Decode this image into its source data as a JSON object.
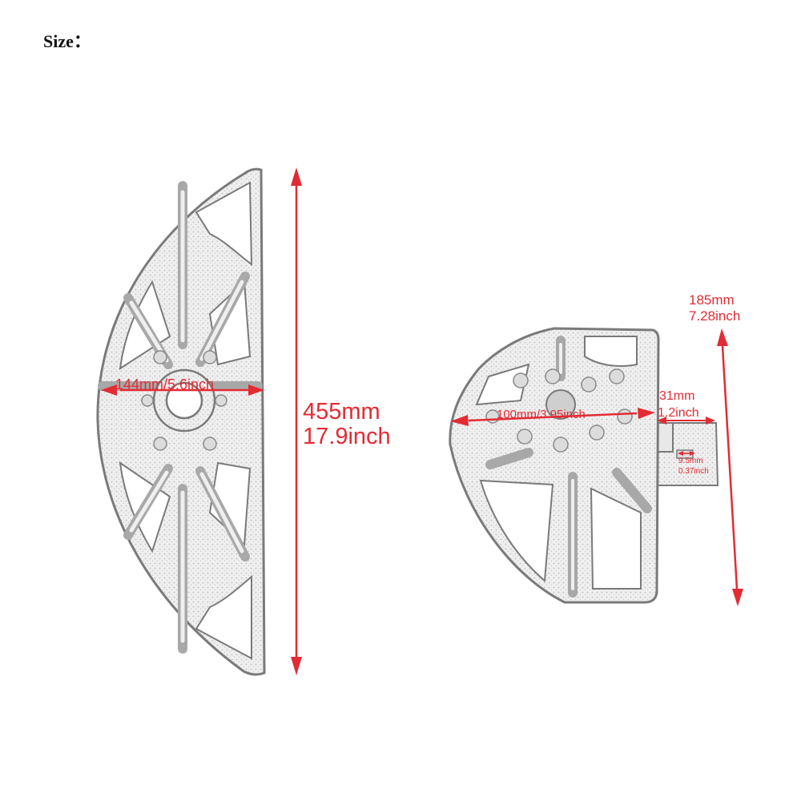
{
  "heading": "Size：",
  "colors": {
    "dimension": "#e32b34",
    "outline": "#7a7a7a",
    "shade": "#d6d6d6",
    "text": "#111111"
  },
  "board": {
    "width_mm": "144mm/5.6inch",
    "length_line1": "455mm",
    "length_line2": "17.9inch"
  },
  "peg": {
    "width_mm": "100mm/3.95inch",
    "height_line1": "185mm",
    "height_line2": "7.28inch",
    "mount_line1": "31mm",
    "mount_line2": "1.2inch",
    "pin_line1": "9.5mm",
    "pin_line2": "0.37inch"
  },
  "icons": {
    "board": "floorboard-drawing",
    "peg": "foot-peg-drawing"
  }
}
